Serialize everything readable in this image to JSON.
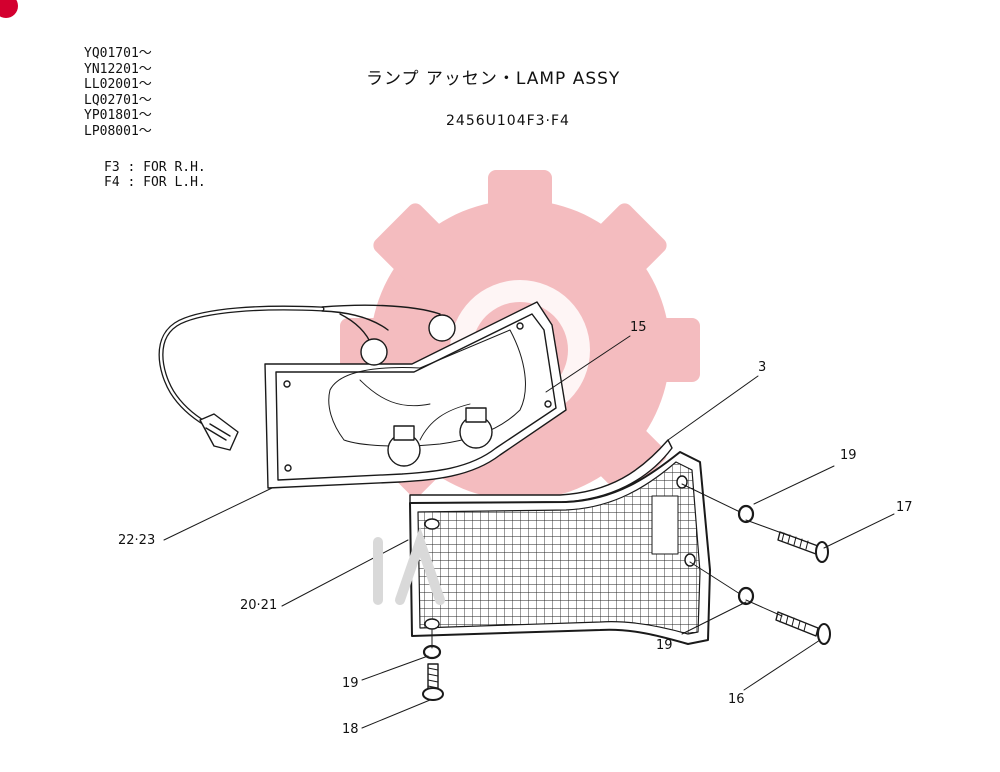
{
  "header": {
    "serials": [
      "YQ01701～",
      "YN12201～",
      "LL02001～",
      "LQ02701～",
      "YP01801～",
      "LP08001～"
    ],
    "notes": [
      "F3 : FOR R.H.",
      "F4 : FOR L.H."
    ],
    "title": "ランプ アッセン・LAMP ASSY",
    "part_number": "2456U104F3·F4"
  },
  "callouts": {
    "c15": "15",
    "c3": "3",
    "c19a": "19",
    "c17": "17",
    "c2223": "22·23",
    "c2021": "20·21",
    "c19b": "19",
    "c19c": "19",
    "c16": "16",
    "c18": "18"
  },
  "colors": {
    "line": "#1a1a1a",
    "watermark": "#f2b5b8",
    "badge": "#d3002f"
  }
}
